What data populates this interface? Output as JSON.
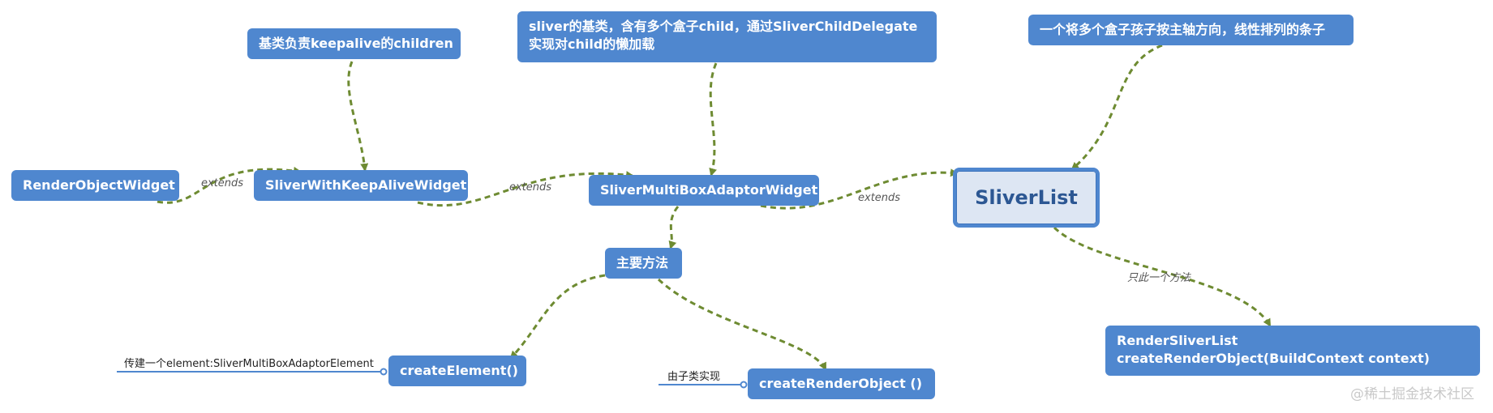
{
  "nodes": {
    "render_object_widget": "RenderObjectWidget",
    "sliver_with_keep_alive": "SliverWithKeepAliveWidget",
    "sliver_multi_box_adaptor": "SliverMultiBoxAdaptorWidget",
    "sliver_list": "SliverList",
    "main_methods": "主要方法",
    "create_element": "createElement()",
    "create_render_object": "createRenderObject  ()",
    "render_sliver_list": "RenderSliverList createRenderObject(BuildContext context)"
  },
  "notes": {
    "keepalive": "基类负责keepalive的children",
    "multi_box": "sliver的基类，含有多个盒子child，通过SliverChildDelegate实现对child的懒加载",
    "sliver_list": "一个将多个盒子孩子按主轴方向，线性排列的条子"
  },
  "edge_labels": {
    "extends_1": "extends",
    "extends_2": "extends",
    "extends_3": "extends",
    "only_method": "只此一个方法"
  },
  "annotations": {
    "create_element": "传建一个element:SliverMultiBoxAdaptorElement",
    "create_render_object": "由子类实现"
  },
  "watermark": "@稀土掘金技术社区",
  "colors": {
    "node": "#4f87cf",
    "center_fill": "#dde6f3",
    "center_text": "#2c5793",
    "connector": "#6e8b32",
    "annotation_line": "#4f87cf"
  }
}
